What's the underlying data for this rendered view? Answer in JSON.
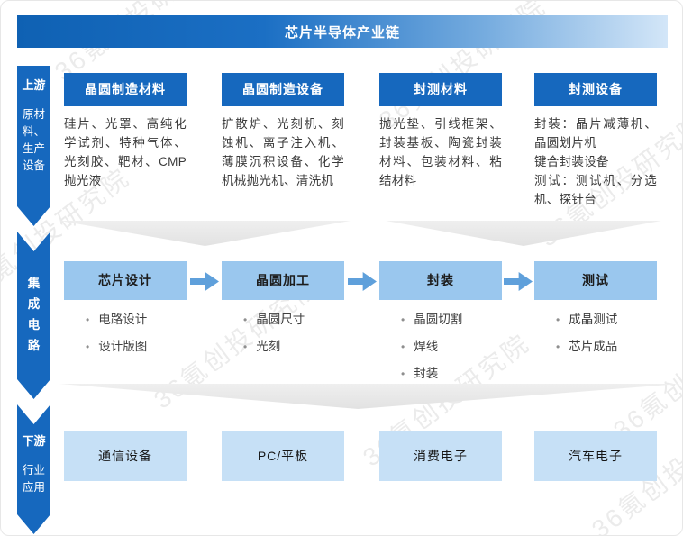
{
  "page": {
    "title": "芯片半导体产业链"
  },
  "watermark": {
    "text": "36氪创投研究院"
  },
  "ribbons": {
    "upstream": {
      "label": "上游",
      "sublabel": "原材料、生产设备"
    },
    "midstream": {
      "label": "集成电路"
    },
    "downstream": {
      "label": "下游",
      "sublabel": "行业应用"
    }
  },
  "upstream": {
    "columns": [
      {
        "header": "晶圆制造材料",
        "body": "硅片、光罩、高纯化学试剂、特种气体、光刻胶、靶材、CMP抛光液"
      },
      {
        "header": "晶圆制造设备",
        "body": "扩散炉、光刻机、刻蚀机、离子注入机、薄膜沉积设备、化学机械抛光机、清洗机"
      },
      {
        "header": "封测材料",
        "body": "抛光垫、引线框架、封装基板、陶瓷封装材料、包装材料、粘结材料"
      },
      {
        "header": "封测设备",
        "body": "封装：晶片减薄机、晶圆划片机\n键合封装设备\n测试：测试机、分选机、探针台"
      }
    ]
  },
  "midstream": {
    "steps": [
      {
        "label": "芯片设计",
        "bullets": [
          "电路设计",
          "设计版图"
        ]
      },
      {
        "label": "晶圆加工",
        "bullets": [
          "晶圆尺寸",
          "光刻"
        ]
      },
      {
        "label": "封装",
        "bullets": [
          "晶圆切割",
          "焊线",
          "封装"
        ]
      },
      {
        "label": "测试",
        "bullets": [
          "成晶测试",
          "芯片成品"
        ]
      }
    ]
  },
  "downstream": {
    "applications": [
      "通信设备",
      "PC/平板",
      "消费电子",
      "汽车电子"
    ]
  },
  "colors": {
    "primary_blue": "#1668BE",
    "step_box_blue": "#9AC7EE",
    "arrow_blue": "#5FA0DB",
    "app_box_blue": "#C6E0F6",
    "chevron_gray": "#E9E9E9"
  }
}
